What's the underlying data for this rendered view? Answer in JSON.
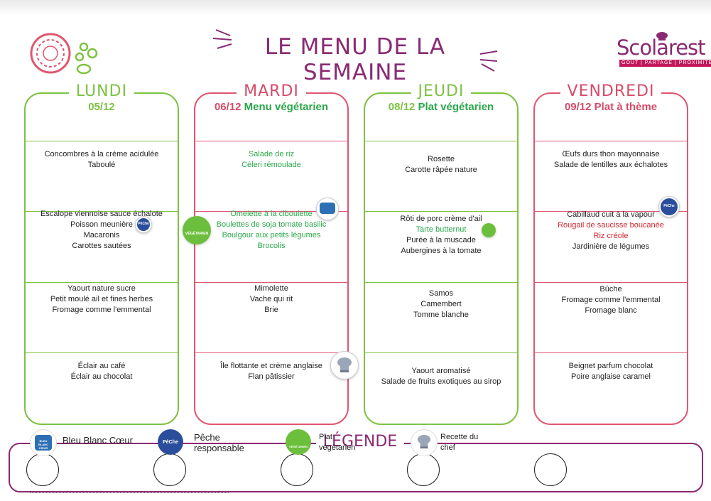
{
  "header": {
    "title": "LE MENU DE LA SEMAINE",
    "brand_name": "Scolarest",
    "brand_tagline": "GOÛT | PARTAGE | PROXIMITÉ"
  },
  "days": [
    {
      "name": "LUNDI",
      "date": "05/12",
      "subtitle": "",
      "sections": [
        [
          "Concombres à la crème acidulée",
          "Taboulé"
        ],
        [
          "Escalope viennoise sauce échalote",
          "Poisson meunière",
          "Macaronis",
          "Carottes sautées"
        ],
        [
          "Yaourt nature sucre",
          "Petit moulé ail et fines herbes",
          "Fromage comme l'emmental"
        ],
        [
          "Éclair au café",
          "Éclair au chocolat"
        ]
      ]
    },
    {
      "name": "MARDI",
      "date": "06/12",
      "subtitle": "Menu végétarien",
      "sections": [
        [
          "Salade de riz",
          "Céleri rémoulade"
        ],
        [
          "Omelette à la ciboulette",
          "Boulettes de soja tomate basilic",
          "Boulgour aux petits légumes",
          "Brocolis"
        ],
        [
          "Mimolette",
          "Vache qui rit",
          "Brie"
        ],
        [
          "Île flottante et crème anglaise",
          "Flan pâtissier"
        ]
      ]
    },
    {
      "name": "JEUDI",
      "date": "08/12",
      "subtitle": "Plat végétarien",
      "sections": [
        [
          "Rosette",
          "Carotte râpée nature"
        ],
        [
          "Rôti de porc crème d'ail",
          "Tarte butternut",
          "Purée à la muscade",
          "Aubergines à la tomate"
        ],
        [
          "Samos",
          "Camembert",
          "Tomme blanche"
        ],
        [
          "Yaourt aromatisé",
          "Salade de fruits exotiques au sirop"
        ]
      ]
    },
    {
      "name": "VENDREDI",
      "date": "09/12",
      "subtitle": "Plat à thème",
      "sections": [
        [
          "Œufs durs thon mayonnaise",
          "Salade de lentilles aux échalotes"
        ],
        [
          "Cabillaud cuit à la vapour",
          "Rougail de saucisse boucanée",
          "Riz créole",
          "Jardinière de légumes"
        ],
        [
          "Bûche",
          "Fromage comme l'emmental",
          "Fromage blanc"
        ],
        [
          "Beignet parfum chocolat",
          "Poire anglaise caramel"
        ]
      ]
    }
  ],
  "badges": {
    "peche": "PêChe",
    "vegetarien": "VÉGÉTARIEN",
    "bbc": "BLEU BLANC CŒUR"
  },
  "legend": {
    "title": "LÉGENDE",
    "items": [
      {
        "line1": "Bleu Blanc Cœur",
        "line2": ""
      },
      {
        "line1": "Pêche",
        "line2": "responsable"
      },
      {
        "line1": "Plat",
        "line2": "végétarien"
      },
      {
        "line1": "Recette du",
        "line2": "chef"
      }
    ]
  },
  "colors": {
    "green": "#7dc242",
    "red": "#e0566f",
    "purple": "#8a2a72",
    "veg_text": "#2aa84a",
    "theme_text": "#d0262e"
  }
}
